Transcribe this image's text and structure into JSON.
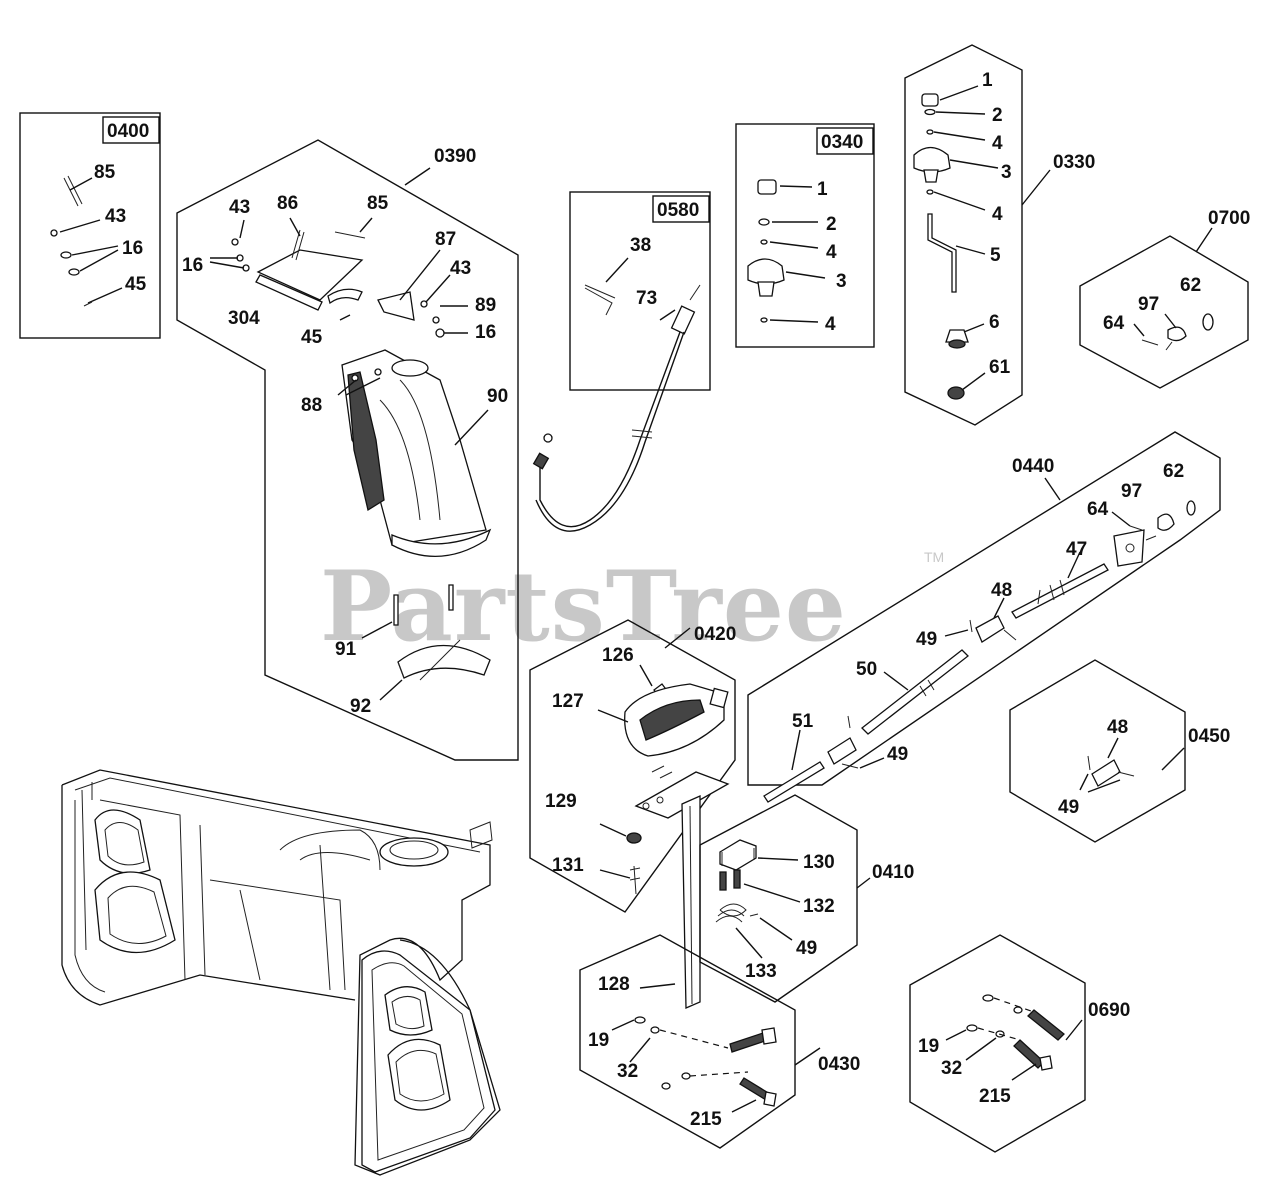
{
  "watermark": {
    "brand": "PartsTree",
    "trademark": "TM"
  },
  "groups": {
    "g0400": "0400",
    "g0390": "0390",
    "g0580": "0580",
    "g0340": "0340",
    "g0330": "0330",
    "g0700": "0700",
    "g0440": "0440",
    "g0420": "0420",
    "g0450": "0450",
    "g0410": "0410",
    "g0430": "0430",
    "g0690": "0690"
  },
  "labels": {
    "l0400_85": "85",
    "l0400_43": "43",
    "l0400_16": "16",
    "l0400_45": "45",
    "l0390_43": "43",
    "l0390_86": "86",
    "l0390_85": "85",
    "l0390_16": "16",
    "l0390_304": "304",
    "l0390_87": "87",
    "l0390_43b": "43",
    "l0390_89": "89",
    "l0390_45": "45",
    "l0390_16b": "16",
    "l0390_88": "88",
    "l0390_90": "90",
    "l0390_91": "91",
    "l0390_92": "92",
    "l0580_38": "38",
    "l0580_73": "73",
    "l0340_1": "1",
    "l0340_2": "2",
    "l0340_4a": "4",
    "l0340_3": "3",
    "l0340_4b": "4",
    "l0330_1": "1",
    "l0330_2": "2",
    "l0330_4a": "4",
    "l0330_3": "3",
    "l0330_4b": "4",
    "l0330_5": "5",
    "l0330_6": "6",
    "l0330_61": "61",
    "l0700_62": "62",
    "l0700_97": "97",
    "l0700_64": "64",
    "l0440_62": "62",
    "l0440_97": "97",
    "l0440_64": "64",
    "l0440_47": "47",
    "l0440_48": "48",
    "l0440_49a": "49",
    "l0440_50": "50",
    "l0440_51": "51",
    "l0440_49b": "49",
    "l0420_126": "126",
    "l0420_127": "127",
    "l0420_129": "129",
    "l0420_131": "131",
    "l0450_48": "48",
    "l0450_49": "49",
    "l0410_130": "130",
    "l0410_132": "132",
    "l0410_49": "49",
    "l0410_133": "133",
    "l0430_128": "128",
    "l0430_19": "19",
    "l0430_32": "32",
    "l0430_215": "215",
    "l0690_19": "19",
    "l0690_32": "32",
    "l0690_215": "215"
  }
}
